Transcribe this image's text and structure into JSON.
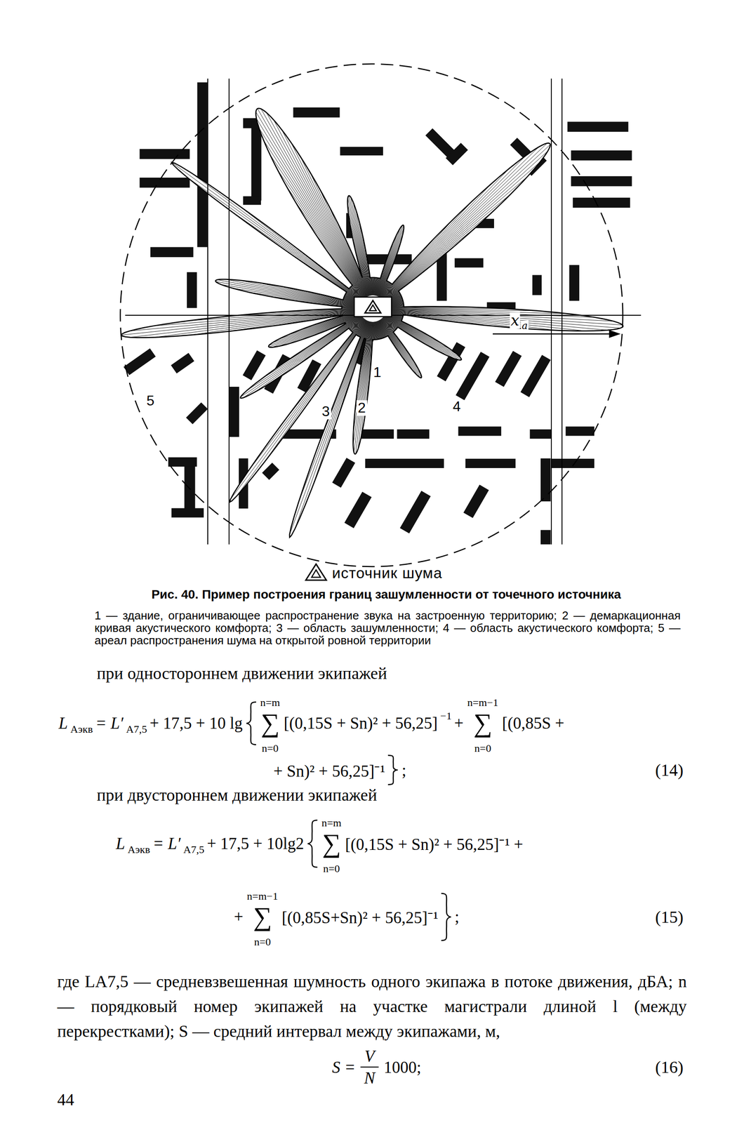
{
  "diagram": {
    "caption": "Рис. 40. Пример построения границ зашумленности от точечного источника",
    "labels": [
      "1",
      "2",
      "3",
      "4",
      "5",
      "x",
      "a",
      "источник шума",
      "1 — здание, ограничивающее распространение звука на застроенную территорию; 2 — демаркационная кривая акустического комфорта; 3 — область зашумленности; 4 — область акустического комфорта; 5 — ареал распространения шума на открытой ровной территории",
      "при одностороннем движении экипажей",
      "L",
      "Aэкв",
      "= L′",
      "A7,5",
      "+ 17,5 + 10 lg",
      "n=m",
      "∑",
      "n=0",
      "[(0,15S + Sn)² + 56,25]",
      "−1",
      "+",
      "n=m−1",
      "∑",
      "n=0",
      "[(0,85S +",
      "+ Sn)² + 56,25]⁻¹",
      ";",
      "(14)",
      "при двустороннем движении экипажей",
      "L",
      "Aэкв",
      "= L′",
      "A7,5",
      "+ 17,5 + 10lg2",
      "n=m",
      "∑",
      "n=0",
      "[(0,15S + Sn)² + 56,25]⁻¹ +",
      "+",
      "n=m−1",
      "∑",
      "n=0",
      "[(0,85S+Sn)² + 56,25]⁻¹",
      ";",
      "(15)",
      "где LA7,5 — средневзвешенная шумность одного экипажа в потоке движения, дБА; n — порядковый номер экипажей на участке магистрали длиной l (между перекрестками); S — средний интервал между экипажами, м,",
      "S =",
      "V",
      "N",
      "1000;",
      "(16)",
      "44"
    ]
  }
}
